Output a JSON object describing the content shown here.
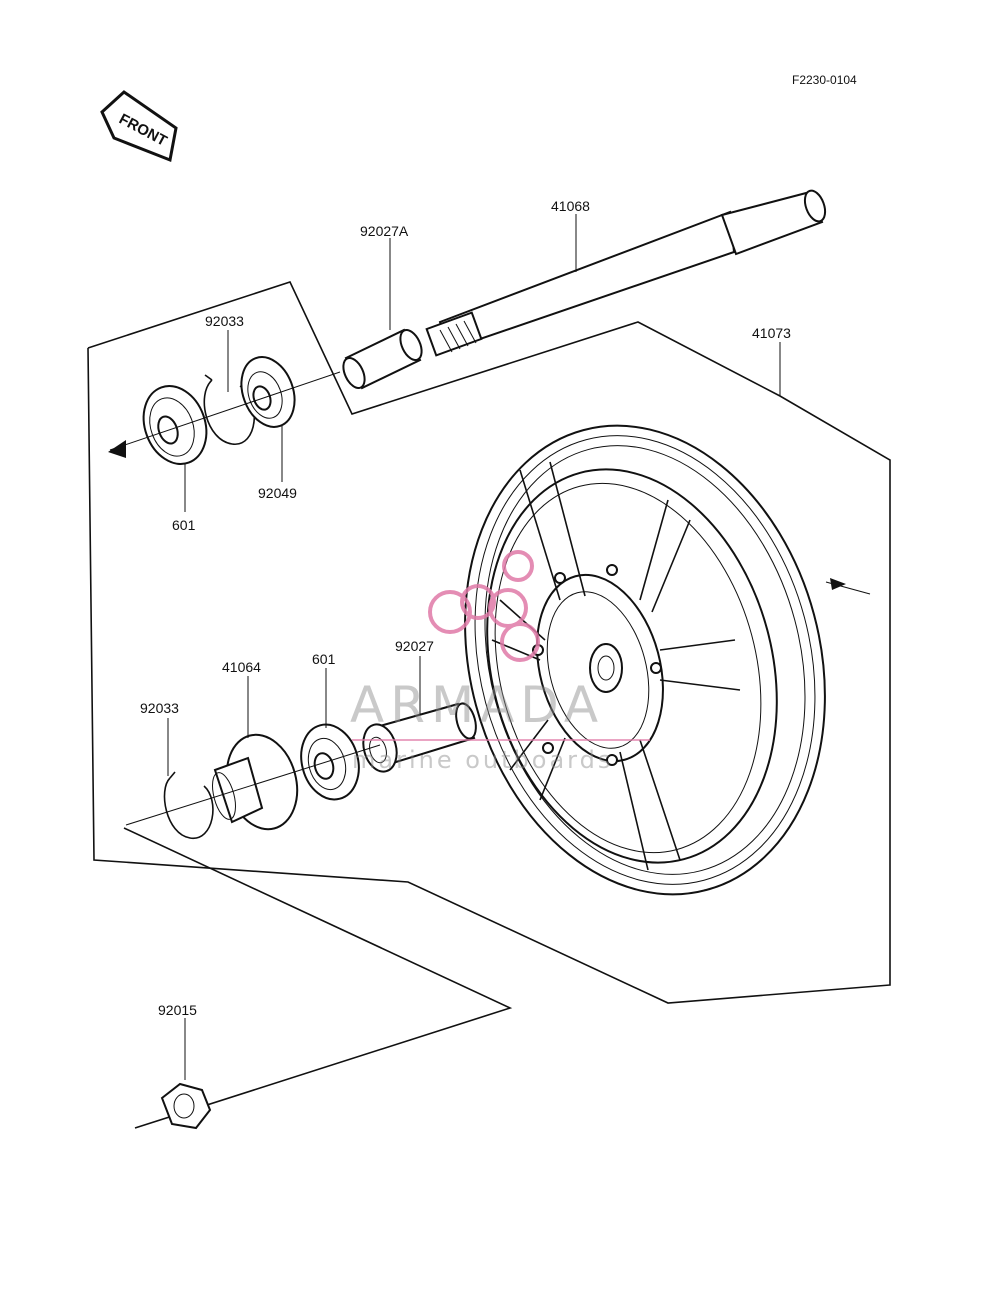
{
  "reference_code": "F2230-0104",
  "front_marker": "FRONT",
  "parts": {
    "axle": "41068",
    "wheel": "41073",
    "collar_a": "92027A",
    "circlip_top": "92033",
    "seal_top": "92049",
    "bearing_top": "601",
    "coupling": "41064",
    "bearing_mid": "601",
    "collar": "92027",
    "circlip_bottom": "92033",
    "nut": "92015"
  },
  "watermark": {
    "brand": "ARMADA",
    "tagline": "marine outboards",
    "color": "#e07aa8"
  }
}
